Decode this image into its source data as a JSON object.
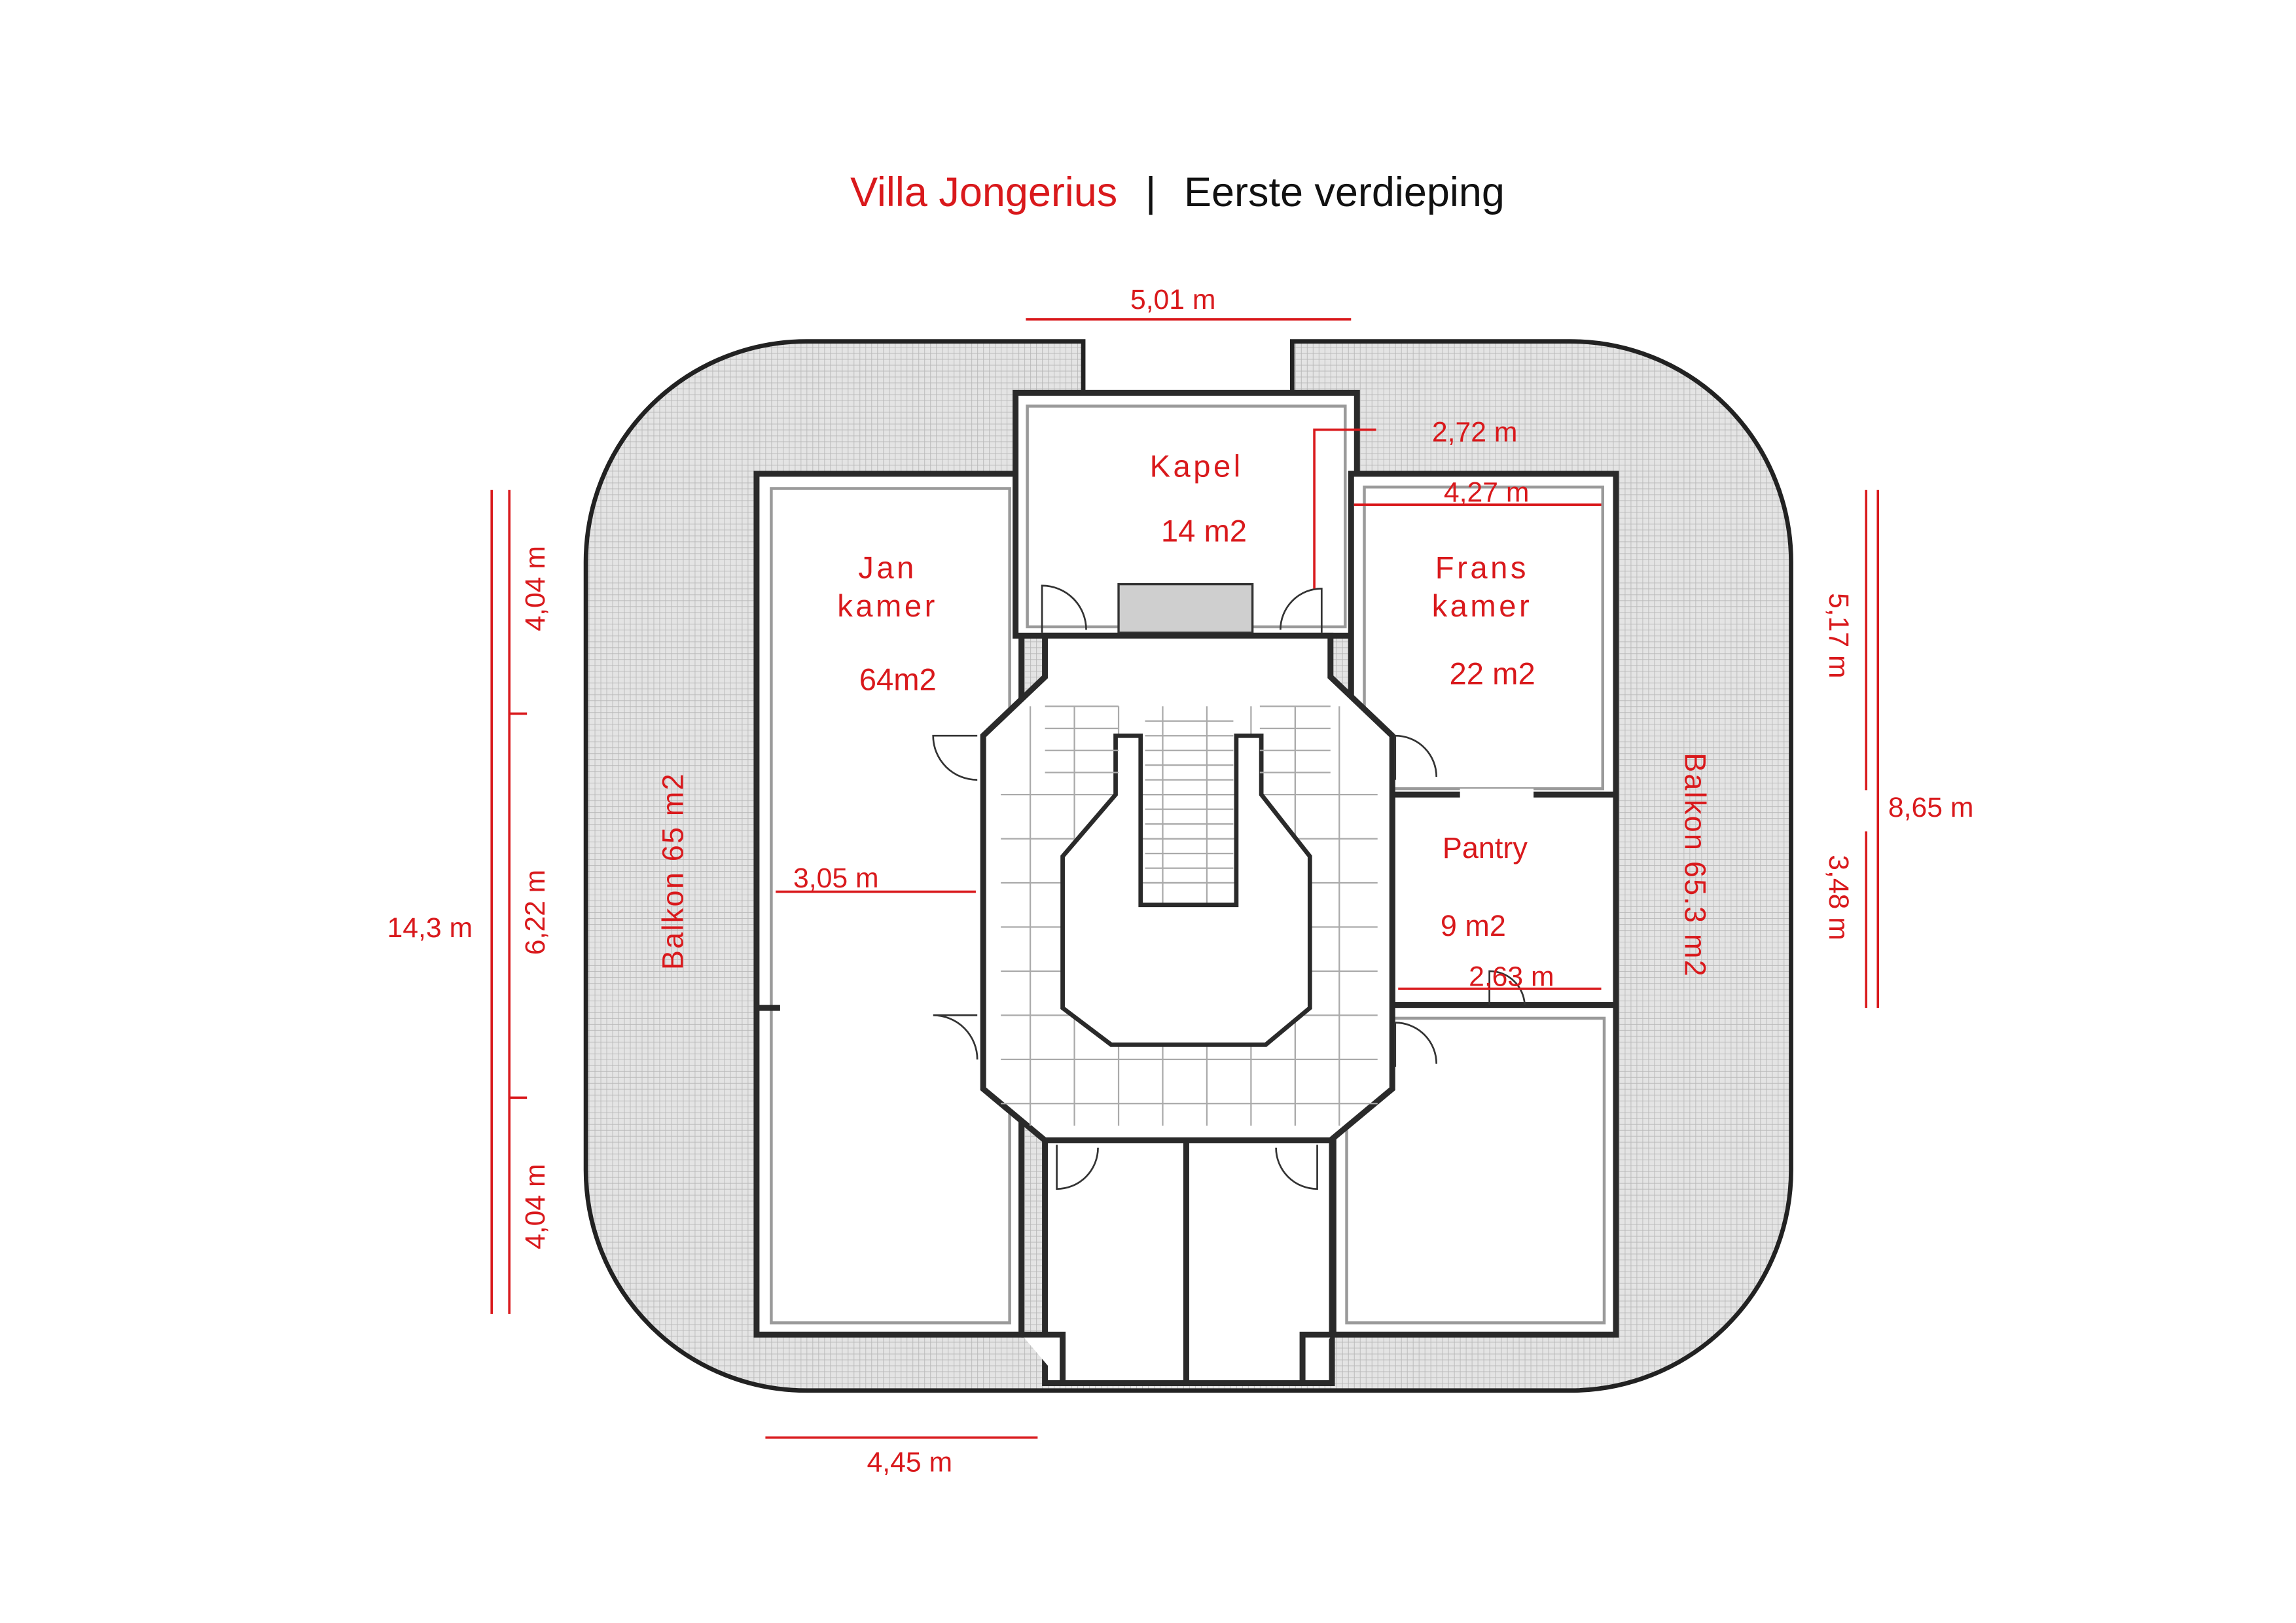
{
  "title": {
    "project": "Villa Jongerius",
    "separator": "|",
    "floor": "Eerste verdieping"
  },
  "colors": {
    "accent": "#d9191c",
    "text": "#111111",
    "wall": "#2a2a2a",
    "balcony": "#d6d6d6"
  },
  "rooms": {
    "kapel": {
      "name": "Kapel",
      "area": "14 m2"
    },
    "jan": {
      "name_line1": "Jan",
      "name_line2": "kamer",
      "area": "64m2"
    },
    "frans": {
      "name_line1": "Frans",
      "name_line2": "kamer",
      "area": "22 m2"
    },
    "pantry": {
      "name": "Pantry",
      "area": "9 m2"
    },
    "balkon_left": {
      "label": "Balkon 65 m2"
    },
    "balkon_right": {
      "label": "Balkon 65.3 m2"
    }
  },
  "dimensions": {
    "top": "5,01 m",
    "bottom": "4,45 m",
    "left_total": "14,3 m",
    "left_top": "4,04 m",
    "left_middle": "6,22 m",
    "left_bottom": "4,04 m",
    "right_total": "8,65 m",
    "right_top": "5,17 m",
    "right_bottom": "3,48 m",
    "kapel_depth": "2,72 m",
    "frans_width": "4,27 m",
    "jan_width": "3,05 m",
    "pantry_width": "2,63 m"
  }
}
